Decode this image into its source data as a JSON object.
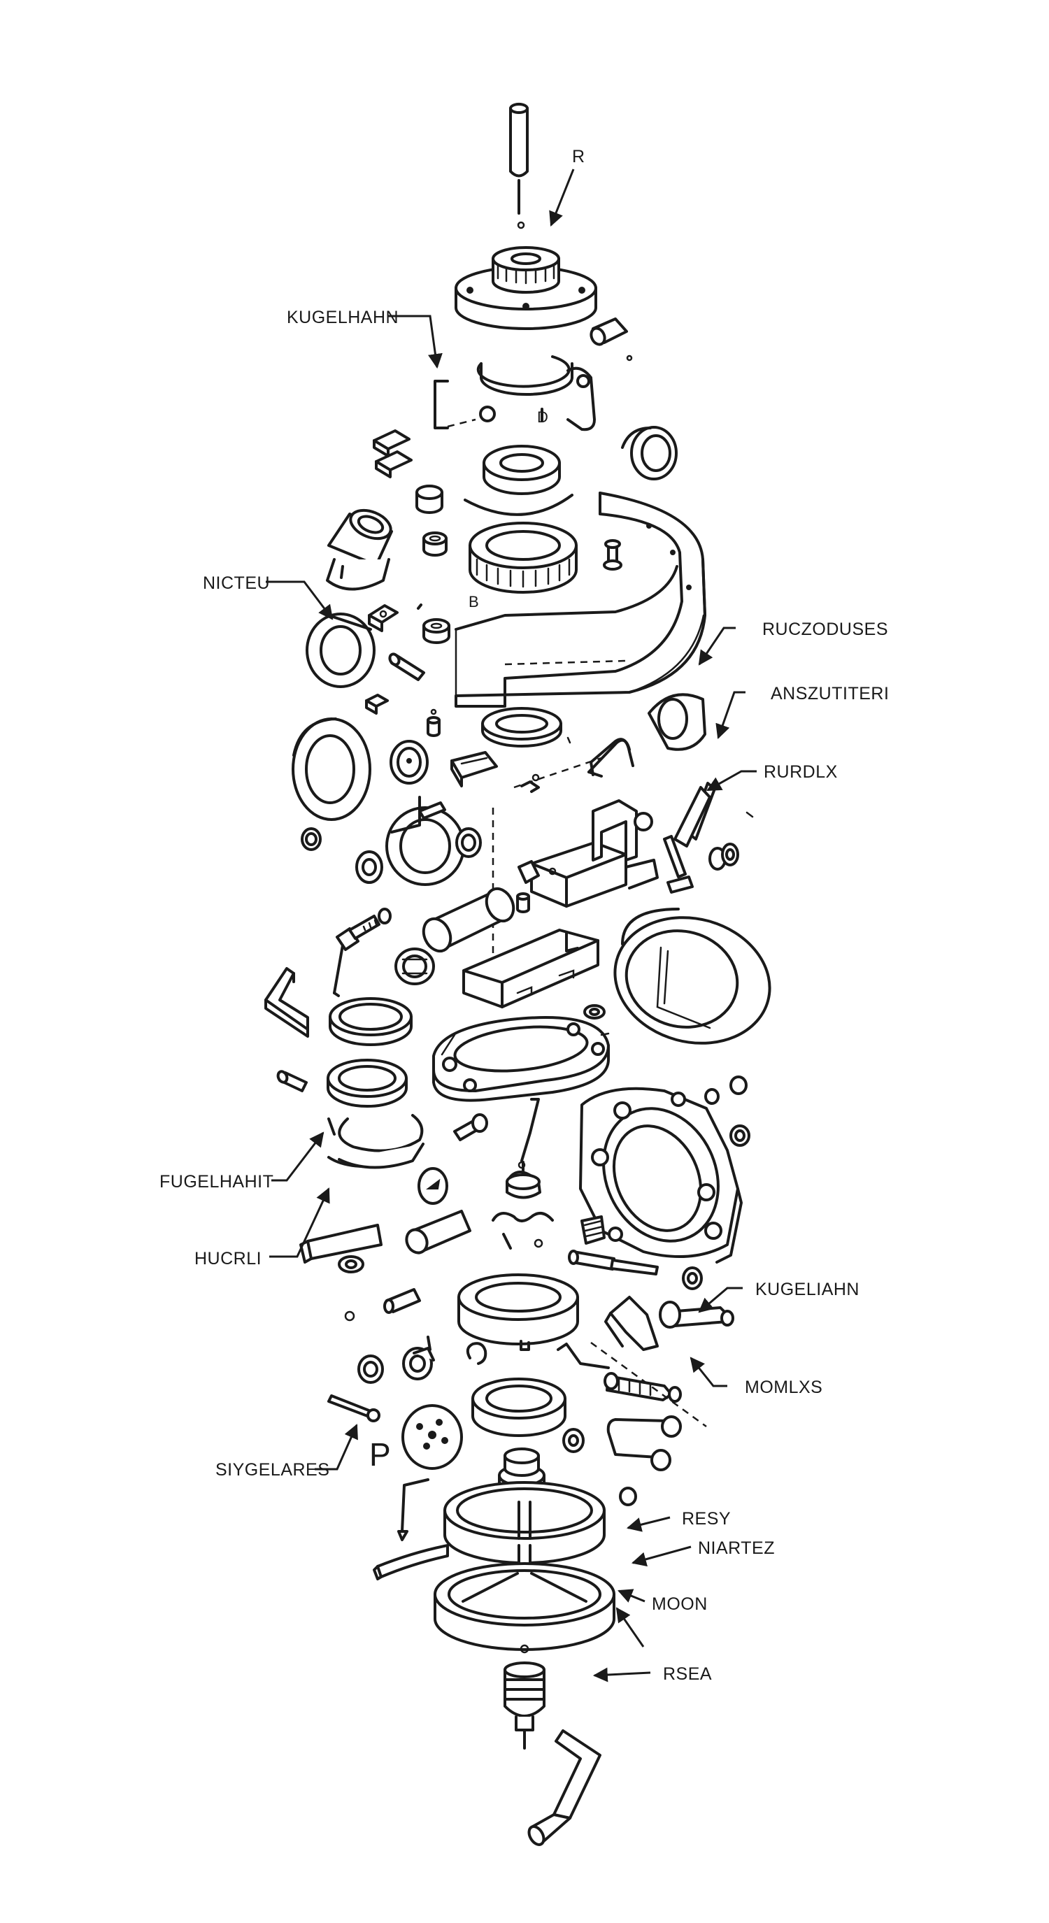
{
  "labels": {
    "r_top": "R",
    "kugelhahn_top": "KUGELHAHN",
    "d_mark": "D",
    "nicteu": "NICTEU",
    "b_mark": "B",
    "ruczoduses": "RUCZODUSES",
    "anszutiteri": "ANSZUTITERI",
    "rurdlx": "RURDLX",
    "fugelhahit": "FUGELHAHIT",
    "hucrli": "HUCRLI",
    "kugeliahn": "KUGELIAHN",
    "momlxs": "MOMLXS",
    "siygelares": "SIYGELARES",
    "p_mark": "P",
    "resy": "RESY",
    "niartez": "NIARTEZ",
    "moon": "MOON",
    "rsea": "RSEA"
  }
}
